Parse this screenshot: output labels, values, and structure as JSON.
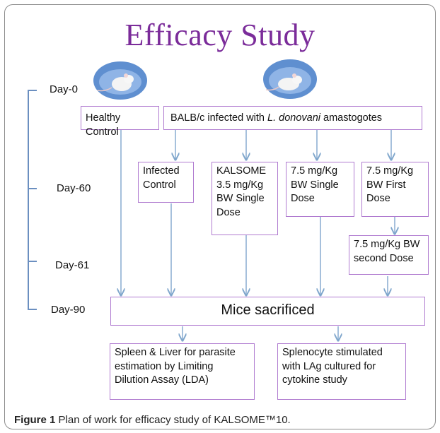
{
  "title": "Efficacy Study",
  "days": {
    "d0": "Day-0",
    "d60": "Day-60",
    "d61": "Day-61",
    "d90": "Day-90"
  },
  "boxes": {
    "healthy": "Healthy Control",
    "infected_pre": "BALB/c infected with ",
    "infected_species": "L. donovani",
    "infected_post": " amastogotes",
    "infected_control": "Infected Control",
    "kalsome": "KALSOME 3.5 mg/Kg BW Single Dose",
    "single_75": "7.5 mg/Kg BW Single Dose",
    "first_75": "7.5 mg/Kg BW First Dose",
    "second_75": "7.5 mg/Kg BW second Dose",
    "sacrificed": "Mice sacrificed",
    "spleen": "Spleen & Liver for parasite estimation by Limiting Dilution Assay (LDA)",
    "splenocyte": "Splenocyte stimulated with LAg cultured for cytokine study"
  },
  "caption": {
    "label": "Figure 1",
    "text": " Plan of work for efficacy study of KALSOME™10."
  },
  "icons": {
    "mouse": "mouse-icon"
  },
  "colors": {
    "title": "#7b2c9a",
    "box_border": "#b07bd0",
    "arrow": "#7fa6cc"
  }
}
